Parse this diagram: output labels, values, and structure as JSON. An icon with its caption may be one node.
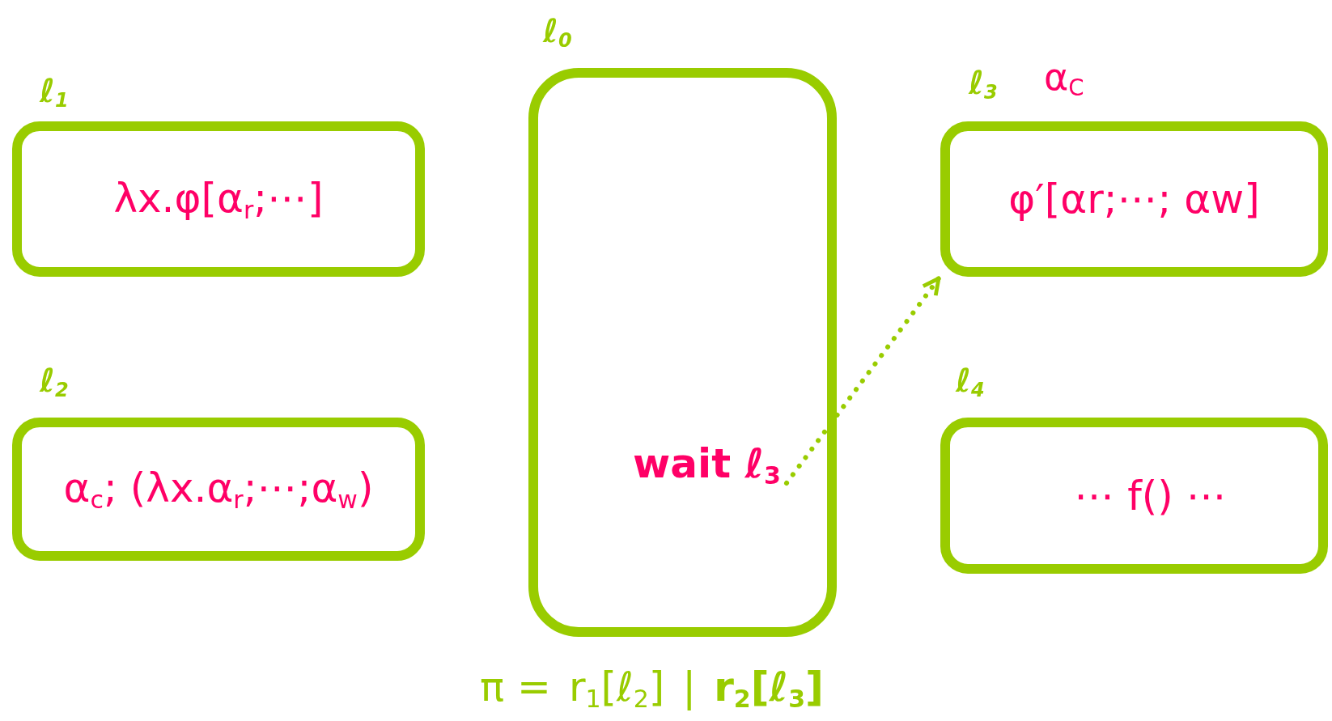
{
  "diagram": {
    "nodes": [
      {
        "text": [
          "ℓ$_{0}$",
          "wait ℓ$_{3}$"
        ]
      },
      {
        "text": [
          "ℓ$_{1}$",
          "λx.φ[α$_{r}$;⋯]"
        ]
      },
      {
        "text": [
          "ℓ$_{2}$",
          "α$_{c}$; (λx.α$_{r}$;⋯;α$_{w}$)"
        ]
      },
      {
        "text": [
          "ℓ$_{3}$",
          "φ′[αr;⋯; αw]"
        ],
        "beside": [
          "α$_{C}$"
        ]
      },
      {
        "text": [
          "ℓ$_{4}$",
          "⋯ f() ⋯"
        ]
      }
    ],
    "edges": [
      {
        "from": 0,
        "to": 3,
        "arrow": "to",
        "style": "dashed"
      }
    ],
    "labels": [
      "π =",
      "r$_{1}$[ℓ$_{2}$]",
      "|",
      "r$_{2}$[ℓ$_{3}$]"
    ]
  }
}
